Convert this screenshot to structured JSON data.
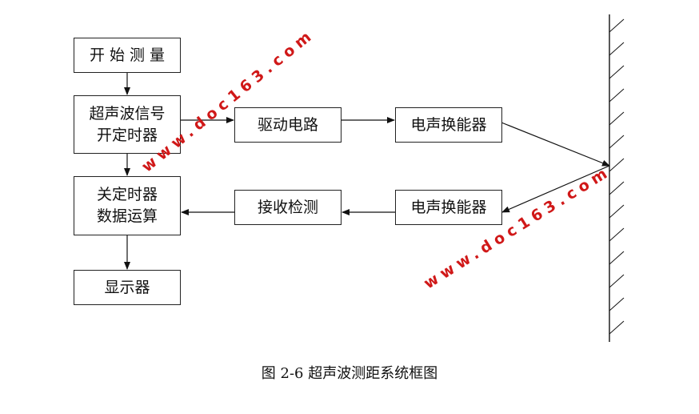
{
  "diagram": {
    "boxes": {
      "start": "开 始 测 量",
      "start_timer_line1": "超声波信号",
      "start_timer_line2": "开定时器",
      "stop_timer_line1": "关定时器",
      "stop_timer_line2": "数据运算",
      "display": "显示器",
      "drive": "驱动电路",
      "receive": "接收检测",
      "transducer_tx": "电声换能器",
      "transducer_rx": "电声换能器"
    },
    "caption": "图 2-6  超声波测距系统框图",
    "watermarks": [
      "www.doc163.com",
      "www.doc163.com"
    ]
  }
}
